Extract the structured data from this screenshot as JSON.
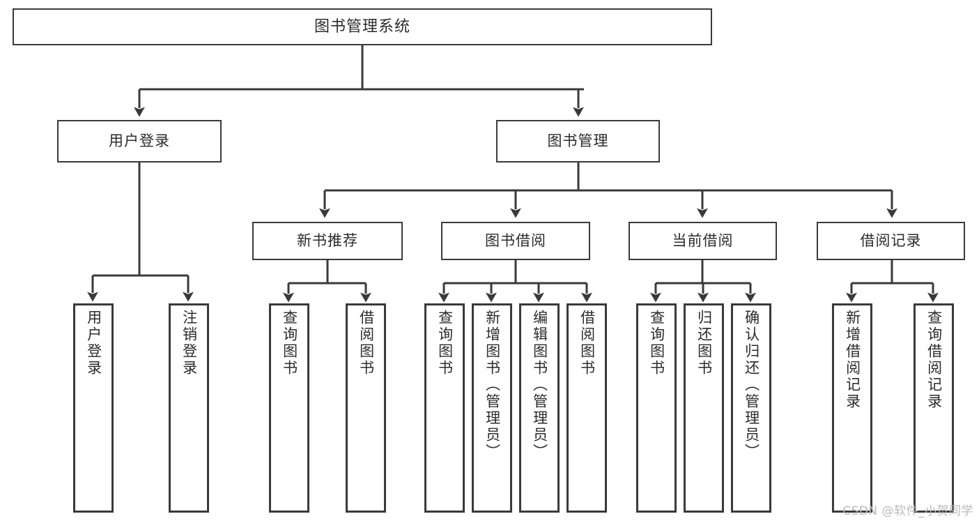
{
  "diagram": {
    "type": "tree-hierarchy",
    "title": "图书管理系统",
    "background": "#ffffff",
    "border_color": "#3a3a3a",
    "text_color": "#2b2b2b"
  },
  "root": {
    "label": "图书管理系统"
  },
  "level2": [
    {
      "label": "用户登录"
    },
    {
      "label": "图书管理"
    }
  ],
  "level3": [
    {
      "label": "新书推荐"
    },
    {
      "label": "图书借阅"
    },
    {
      "label": "当前借阅"
    },
    {
      "label": "借阅记录"
    }
  ],
  "leaves": {
    "user_login": [
      {
        "label": "用户登录"
      },
      {
        "label": "注销登录"
      }
    ],
    "new_book_recommend": [
      {
        "label": "查询图书"
      },
      {
        "label": "借阅图书"
      }
    ],
    "book_borrow": [
      {
        "label": "查询图书"
      },
      {
        "label": "新增图书（管理员）"
      },
      {
        "label": "编辑图书（管理员）"
      },
      {
        "label": "借阅图书"
      }
    ],
    "current_borrow": [
      {
        "label": "查询图书"
      },
      {
        "label": "归还图书"
      },
      {
        "label": "确认归还（管理员）"
      }
    ],
    "borrow_record": [
      {
        "label": "新增借阅记录"
      },
      {
        "label": "查询借阅记录"
      }
    ]
  },
  "watermark": {
    "text": "CSDN @软件_小贺同学"
  }
}
